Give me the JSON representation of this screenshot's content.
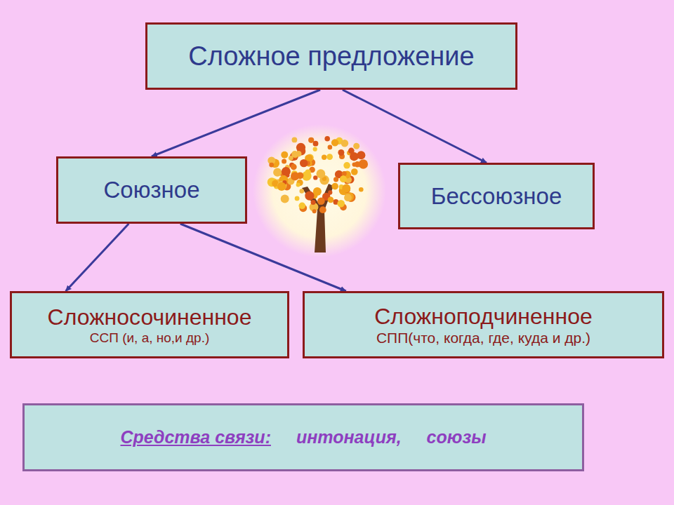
{
  "diagram": {
    "nodes": [
      {
        "text": [
          "Сложное предложение"
        ]
      },
      {
        "text": [
          "Союзное"
        ]
      },
      {
        "text": [
          "Бессоюзное"
        ]
      },
      {
        "text": [
          "Сложносочиненное",
          "ССП (и, а, но,и др.)"
        ]
      },
      {
        "text": [
          "Сложноподчиненное",
          "СПП(что, когда, где, куда и др.)"
        ]
      },
      {
        "text": [
          "Средства связи:",
          "интонация,",
          "союзы"
        ]
      }
    ],
    "edges": [
      {
        "from": 0,
        "to": 1,
        "arrow": "to"
      },
      {
        "from": 0,
        "to": 2,
        "arrow": "to"
      },
      {
        "from": 1,
        "to": 3,
        "arrow": "to"
      },
      {
        "from": 1,
        "to": 4,
        "arrow": "to"
      }
    ]
  }
}
